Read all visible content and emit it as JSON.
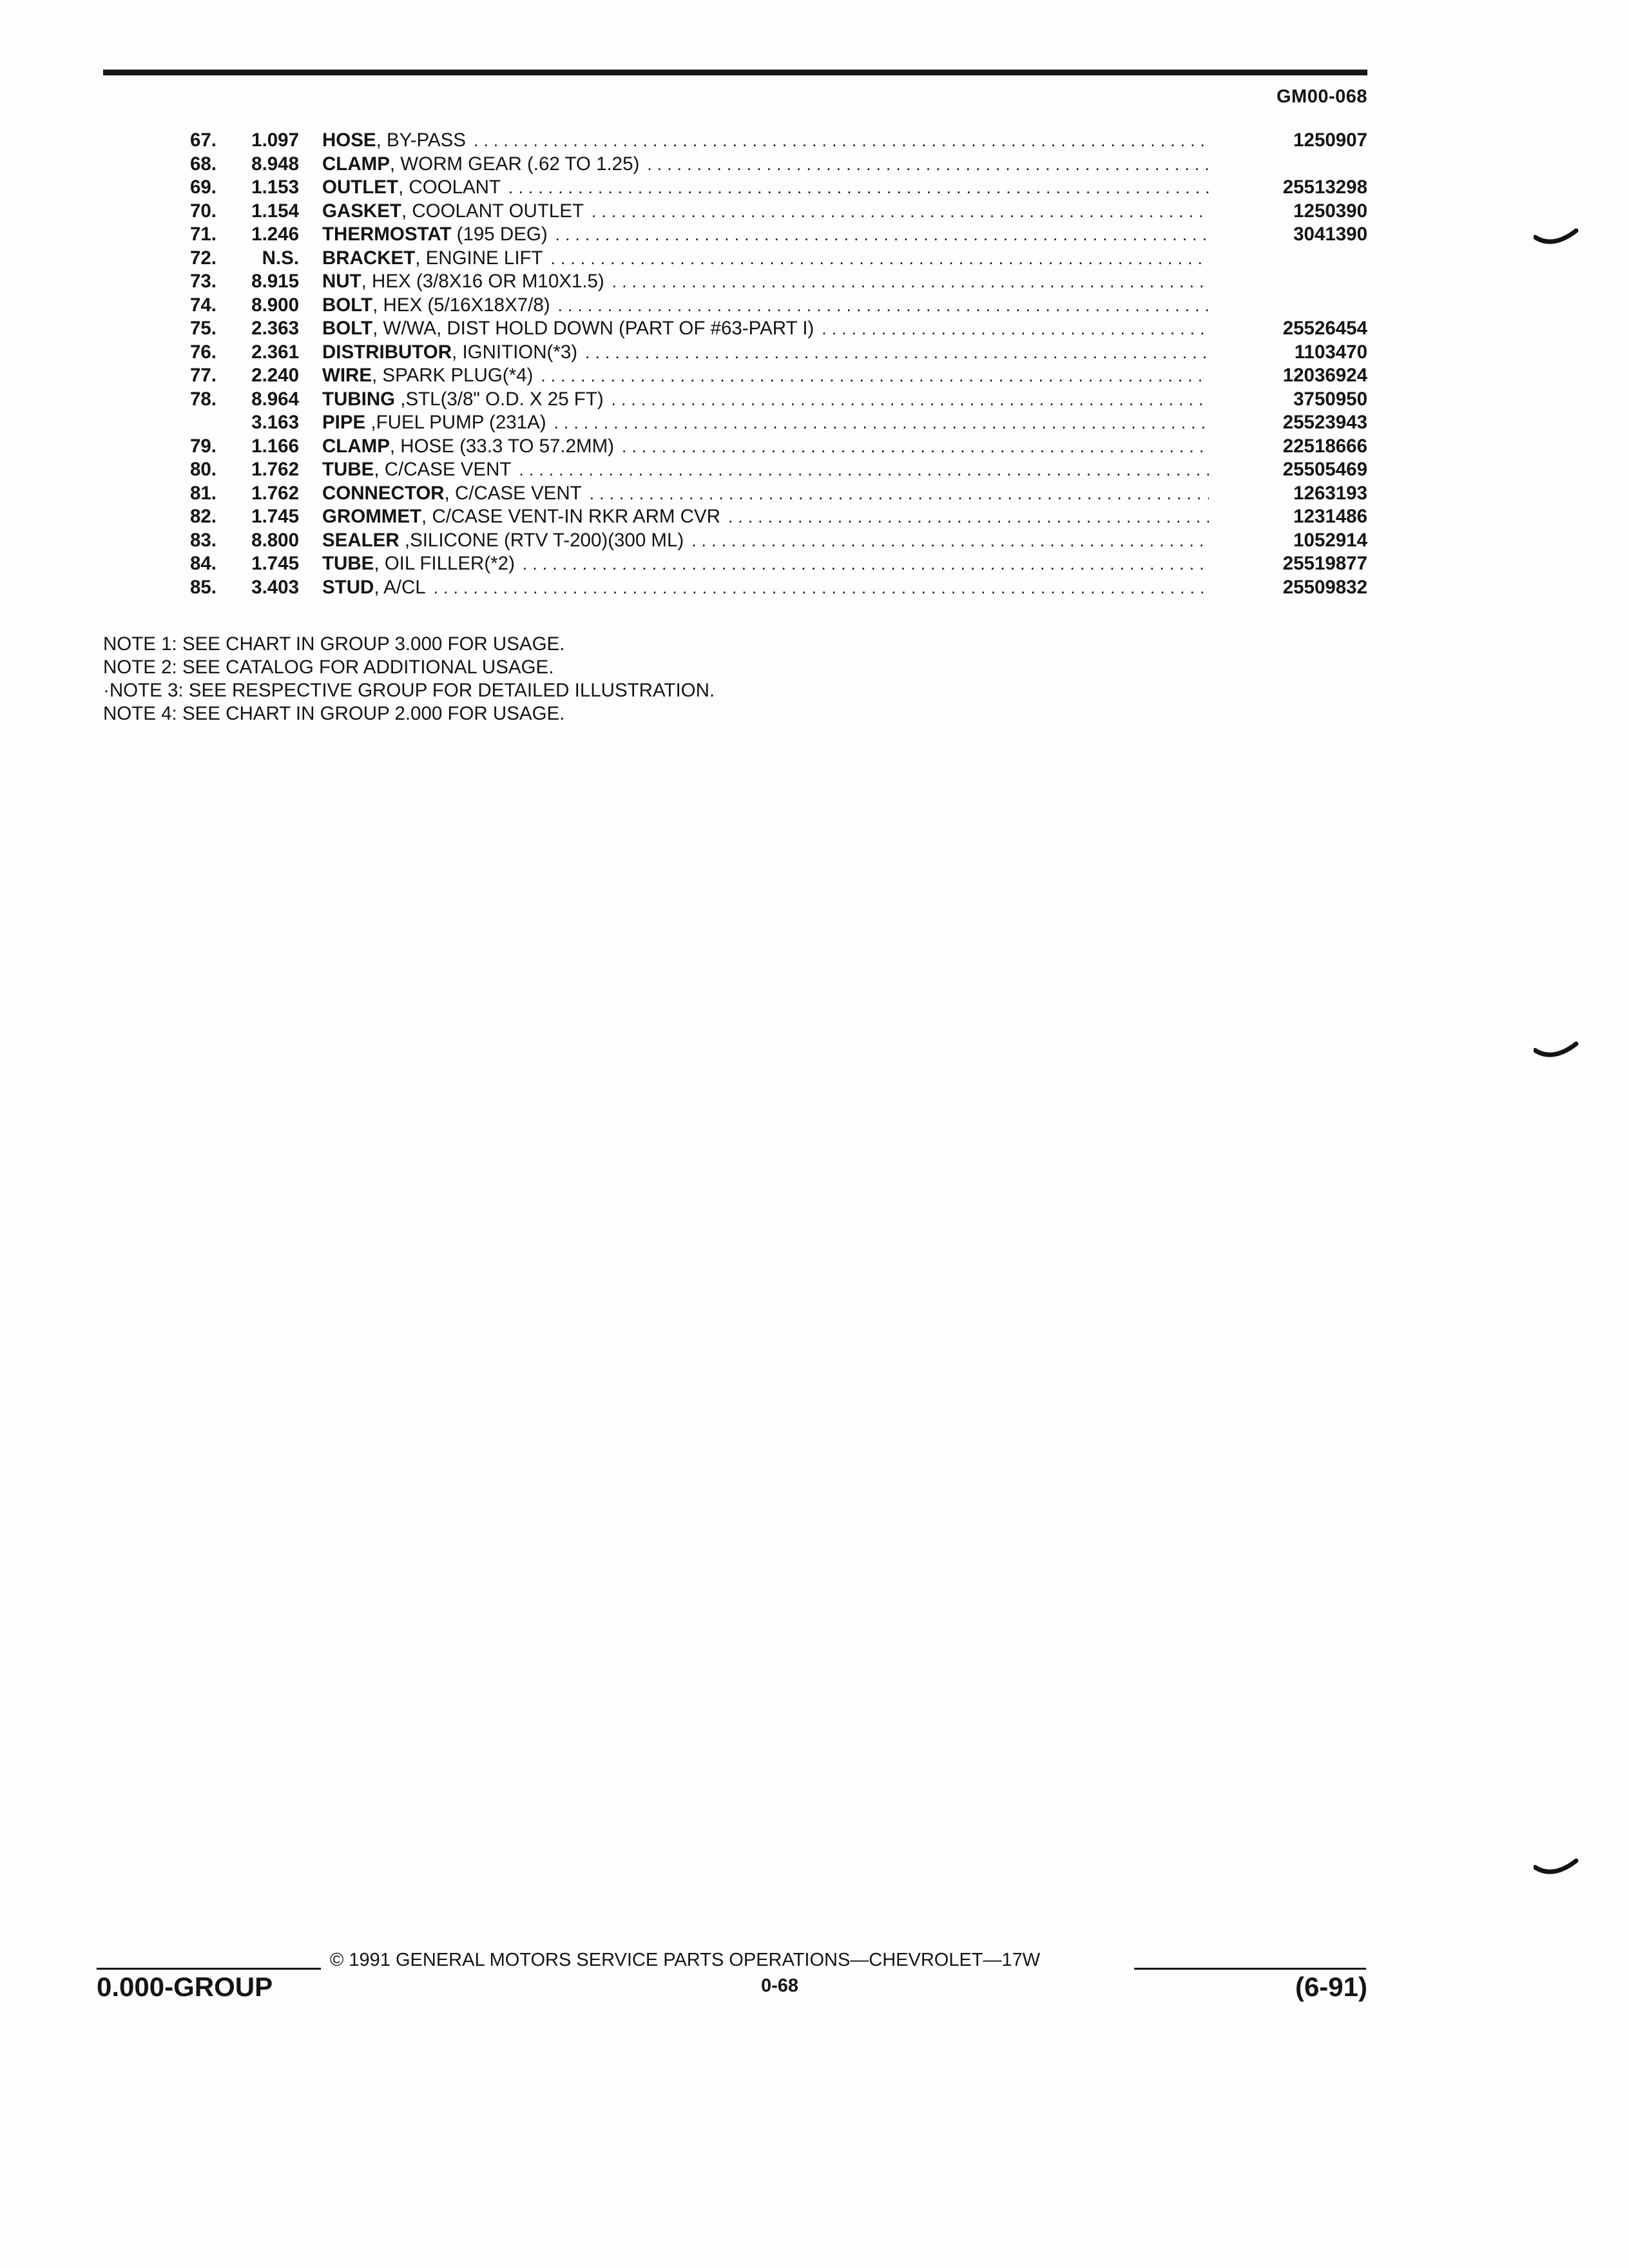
{
  "header": {
    "doc_id": "GM00-068"
  },
  "parts": [
    {
      "ref": "67.",
      "group": "1.097",
      "name": "HOSE",
      "detail": ", BY-PASS",
      "part_no": "1250907"
    },
    {
      "ref": "68.",
      "group": "8.948",
      "name": "CLAMP",
      "detail": ", WORM GEAR (.62 TO 1.25)",
      "part_no": ""
    },
    {
      "ref": "69.",
      "group": "1.153",
      "name": "OUTLET",
      "detail": ", COOLANT",
      "part_no": "25513298"
    },
    {
      "ref": "70.",
      "group": "1.154",
      "name": "GASKET",
      "detail": ", COOLANT OUTLET",
      "part_no": "1250390"
    },
    {
      "ref": "71.",
      "group": "1.246",
      "name": "THERMOSTAT",
      "detail": " (195 DEG)",
      "part_no": "3041390"
    },
    {
      "ref": "72.",
      "group": "N.S.",
      "name": "BRACKET",
      "detail": ", ENGINE LIFT",
      "part_no": ""
    },
    {
      "ref": "73.",
      "group": "8.915",
      "name": "NUT",
      "detail": ", HEX (3/8X16 OR M10X1.5)",
      "part_no": ""
    },
    {
      "ref": "74.",
      "group": "8.900",
      "name": "BOLT",
      "detail": ", HEX (5/16X18X7/8)",
      "part_no": ""
    },
    {
      "ref": "75.",
      "group": "2.363",
      "name": "BOLT",
      "detail": ", W/WA, DIST HOLD DOWN (PART OF #63-PART I)",
      "part_no": "25526454"
    },
    {
      "ref": "76.",
      "group": "2.361",
      "name": "DISTRIBUTOR",
      "detail": ", IGNITION(*3)",
      "part_no": "1103470"
    },
    {
      "ref": "77.",
      "group": "2.240",
      "name": "WIRE",
      "detail": ", SPARK PLUG(*4)",
      "part_no": "12036924"
    },
    {
      "ref": "78.",
      "group": "8.964",
      "name": "TUBING",
      "detail": " ,STL(3/8\" O.D. X 25 FT)",
      "part_no": "3750950"
    },
    {
      "ref": "",
      "group": "3.163",
      "name": "PIPE",
      "detail": " ,FUEL PUMP (231A)",
      "part_no": "25523943"
    },
    {
      "ref": "79.",
      "group": "1.166",
      "name": "CLAMP",
      "detail": ", HOSE (33.3 TO 57.2MM)",
      "part_no": "22518666"
    },
    {
      "ref": "80.",
      "group": "1.762",
      "name": "TUBE",
      "detail": ", C/CASE VENT",
      "part_no": "25505469"
    },
    {
      "ref": "81.",
      "group": "1.762",
      "name": "CONNECTOR",
      "detail": ", C/CASE VENT",
      "part_no": "1263193"
    },
    {
      "ref": "82.",
      "group": "1.745",
      "name": "GROMMET",
      "detail": ", C/CASE VENT-IN RKR ARM CVR",
      "part_no": "1231486"
    },
    {
      "ref": "83.",
      "group": "8.800",
      "name": "SEALER",
      "detail": " ,SILICONE (RTV T-200)(300 ML)",
      "part_no": "1052914"
    },
    {
      "ref": "84.",
      "group": "1.745",
      "name": "TUBE",
      "detail": ", OIL FILLER(*2)",
      "part_no": "25519877"
    },
    {
      "ref": "85.",
      "group": "3.403",
      "name": "STUD",
      "detail": ", A/CL",
      "part_no": "25509832"
    }
  ],
  "notes": [
    "NOTE  1:  SEE CHART IN GROUP 3.000 FOR USAGE.",
    "NOTE  2:  SEE CATALOG FOR ADDITIONAL USAGE.",
    "·NOTE  3:  SEE RESPECTIVE GROUP FOR DETAILED ILLUSTRATION.",
    "NOTE  4:  SEE CHART IN GROUP 2.000 FOR USAGE."
  ],
  "footer": {
    "copyright": "© 1991 GENERAL MOTORS SERVICE PARTS OPERATIONS—CHEVROLET—17W",
    "group": "0.000-GROUP",
    "page": "0-68",
    "date": "(6-91)"
  },
  "colors": {
    "ink": "#141414",
    "paper": "#fdfdfb"
  }
}
